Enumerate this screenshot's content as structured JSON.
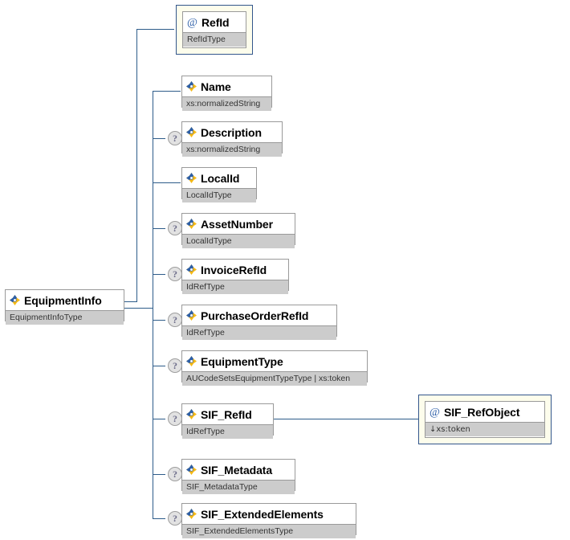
{
  "diagram": {
    "kind": "xml-schema-tree",
    "colors": {
      "connector": "#2e5c8a",
      "attribute_frame_fill": "#fdfdec",
      "attribute_frame_border": "#33568c",
      "node_border": "#9a9a9a",
      "node_title_fill": "#ffffff",
      "node_type_fill": "#cccccc",
      "optional_marker_fill": "#e2e2e2",
      "icon_blue": "#2d5fa8",
      "icon_yellow": "#f5b916"
    }
  },
  "root": {
    "name": "EquipmentInfo",
    "type": "EquipmentInfoType",
    "icon": "element-icon",
    "optional": false
  },
  "attributes": [
    {
      "name": "RefId",
      "type": "RefIdType",
      "icon": "attribute-icon",
      "optional": false
    }
  ],
  "elements": [
    {
      "name": "Name",
      "type": "xs:normalizedString",
      "icon": "element-icon",
      "optional": false
    },
    {
      "name": "Description",
      "type": "xs:normalizedString",
      "icon": "element-icon",
      "optional": true,
      "optional_marker": "?"
    },
    {
      "name": "LocalId",
      "type": "LocalIdType",
      "icon": "element-icon",
      "optional": false
    },
    {
      "name": "AssetNumber",
      "type": "LocalIdType",
      "icon": "element-icon",
      "optional": true,
      "optional_marker": "?"
    },
    {
      "name": "InvoiceRefId",
      "type": "IdRefType",
      "icon": "element-icon",
      "optional": true,
      "optional_marker": "?"
    },
    {
      "name": "PurchaseOrderRefId",
      "type": "IdRefType",
      "icon": "element-icon",
      "optional": true,
      "optional_marker": "?"
    },
    {
      "name": "EquipmentType",
      "type": "AUCodeSetsEquipmentTypeType | xs:token",
      "icon": "element-icon",
      "optional": true,
      "optional_marker": "?"
    },
    {
      "name": "SIF_RefId",
      "type": "IdRefType",
      "icon": "element-icon",
      "optional": true,
      "optional_marker": "?"
    },
    {
      "name": "SIF_Metadata",
      "type": "SIF_MetadataType",
      "icon": "element-icon",
      "optional": true,
      "optional_marker": "?"
    },
    {
      "name": "SIF_ExtendedElements",
      "type": "SIF_ExtendedElementsType",
      "icon": "element-icon",
      "optional": true,
      "optional_marker": "?"
    }
  ],
  "sub_attributes": [
    {
      "parent": "SIF_RefId",
      "name": "SIF_RefObject",
      "type": "↓xs:token",
      "icon": "attribute-icon",
      "optional": false
    }
  ]
}
